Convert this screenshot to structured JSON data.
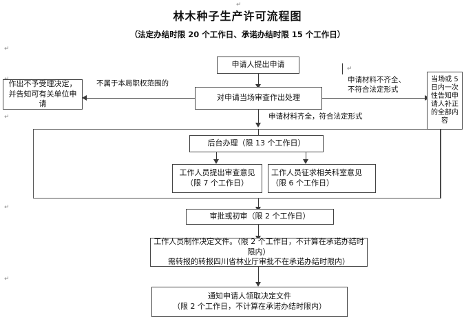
{
  "document": {
    "title": "林木种子生产许可流程图",
    "subtitle": "（法定办结时限 20 个工作日、承诺办结时限 15 个工作日）"
  },
  "nodes": {
    "apply": "申请人提出申请",
    "onsite_review": "对申请当场审查作出处理",
    "reject": "作出不予受理决定，并告知可有关单位申请",
    "notify_correction": "当场或 5 日内一次性告知申请人补正的全部内容",
    "backstage": "后台办理（限 13 个工作日）",
    "staff_opinion": "工作人员提出审查意见（限 7 个工作日）",
    "staff_consult": "工作人员征求相关科室意见（限 6 个工作日）",
    "approval": "审批或初审（限 2 个工作日）",
    "make_document_line1": "工作人员制作决定文件。（限 2 个工作日，不计算在承诺办结时限内）",
    "make_document_line2": "需转报的转报四川省林业厅审批不在承诺办结时限内）",
    "notify_collect_line1": "通知申请人领取决定文件",
    "notify_collect_line2": "（限 2 个工作日，不计算在承诺办结时限内）"
  },
  "edge_labels": {
    "not_in_scope": "不属于本局职权范围的",
    "materials_incomplete_line1": "申请材料不齐全、",
    "materials_incomplete_line2": "不符合法定形式",
    "materials_complete": "申请材料齐全，符合法定形式"
  },
  "marks": {
    "pilcrow": "↵"
  },
  "colors": {
    "page_background": "#ffffff",
    "box_border": "#444444",
    "connector": "#3a3a3a",
    "text": "#111111"
  }
}
